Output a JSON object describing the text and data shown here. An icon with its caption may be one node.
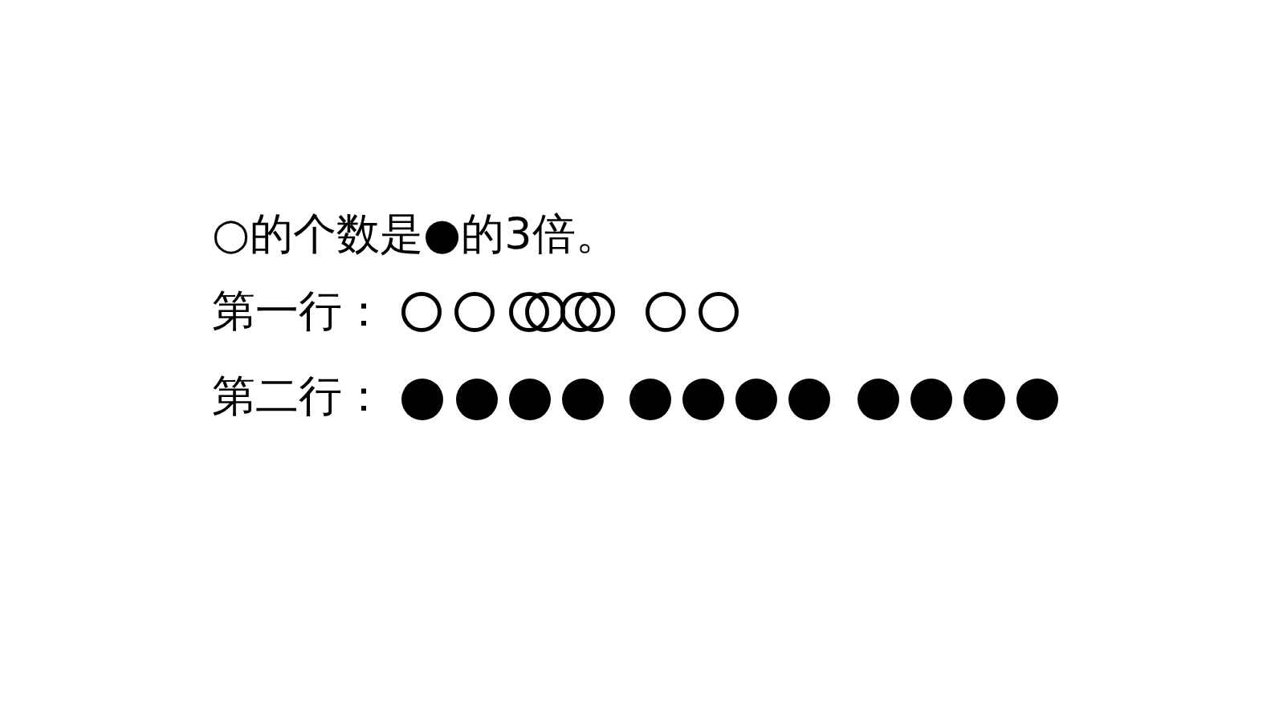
{
  "diagram": {
    "labels": [
      "○的个数是●的3倍。",
      "第一行：",
      "第二行："
    ]
  }
}
